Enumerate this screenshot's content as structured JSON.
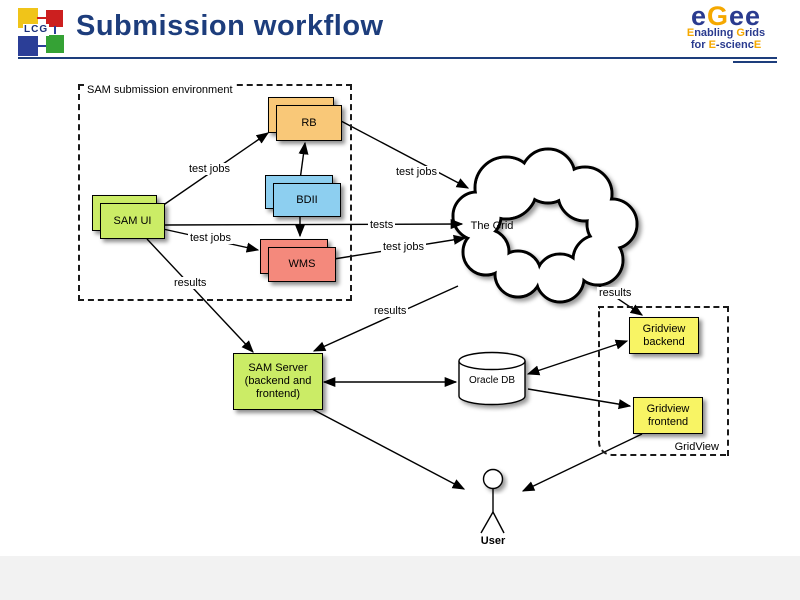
{
  "header": {
    "title": "Submission workflow",
    "lcg_label": "LCG",
    "egee": {
      "word": [
        "e",
        "G",
        "e",
        "e"
      ],
      "tagline1": [
        "E",
        "nabling ",
        "G",
        "rids"
      ],
      "tagline2": [
        "for ",
        "E",
        "-scienc",
        "E"
      ]
    }
  },
  "diagram": {
    "groups": {
      "sam_env": "SAM submission environment",
      "gridview": "GridView"
    },
    "nodes": {
      "rb": "RB",
      "bdii": "BDII",
      "wms": "WMS",
      "sam_ui": "SAM UI",
      "grid": "The Grid",
      "sam_server": [
        "SAM Server",
        "(backend and",
        "frontend)"
      ],
      "oracle_db": "Oracle DB",
      "gridview_backend": [
        "Gridview",
        "backend"
      ],
      "gridview_frontend": [
        "Gridview",
        "frontend"
      ],
      "user": "User"
    },
    "edge_labels": {
      "ui_to_rb": "test jobs",
      "rb_to_grid": "test jobs",
      "ui_to_grid": "tests",
      "ui_to_wms": "test jobs",
      "wms_to_grid": "test jobs",
      "ui_to_server": "results",
      "grid_to_server": "results",
      "grid_to_backend": "results"
    },
    "colors": {
      "rb_fill": "#F9C878",
      "bdii_fill": "#8DCFF0",
      "wms_fill": "#F4897C",
      "green_fill": "#CBEC66",
      "yellow_fill": "#F8F464",
      "title_blue": "#1D3D7C",
      "egee_blue": "#2A3B8F",
      "egee_orange": "#F5A800"
    }
  }
}
